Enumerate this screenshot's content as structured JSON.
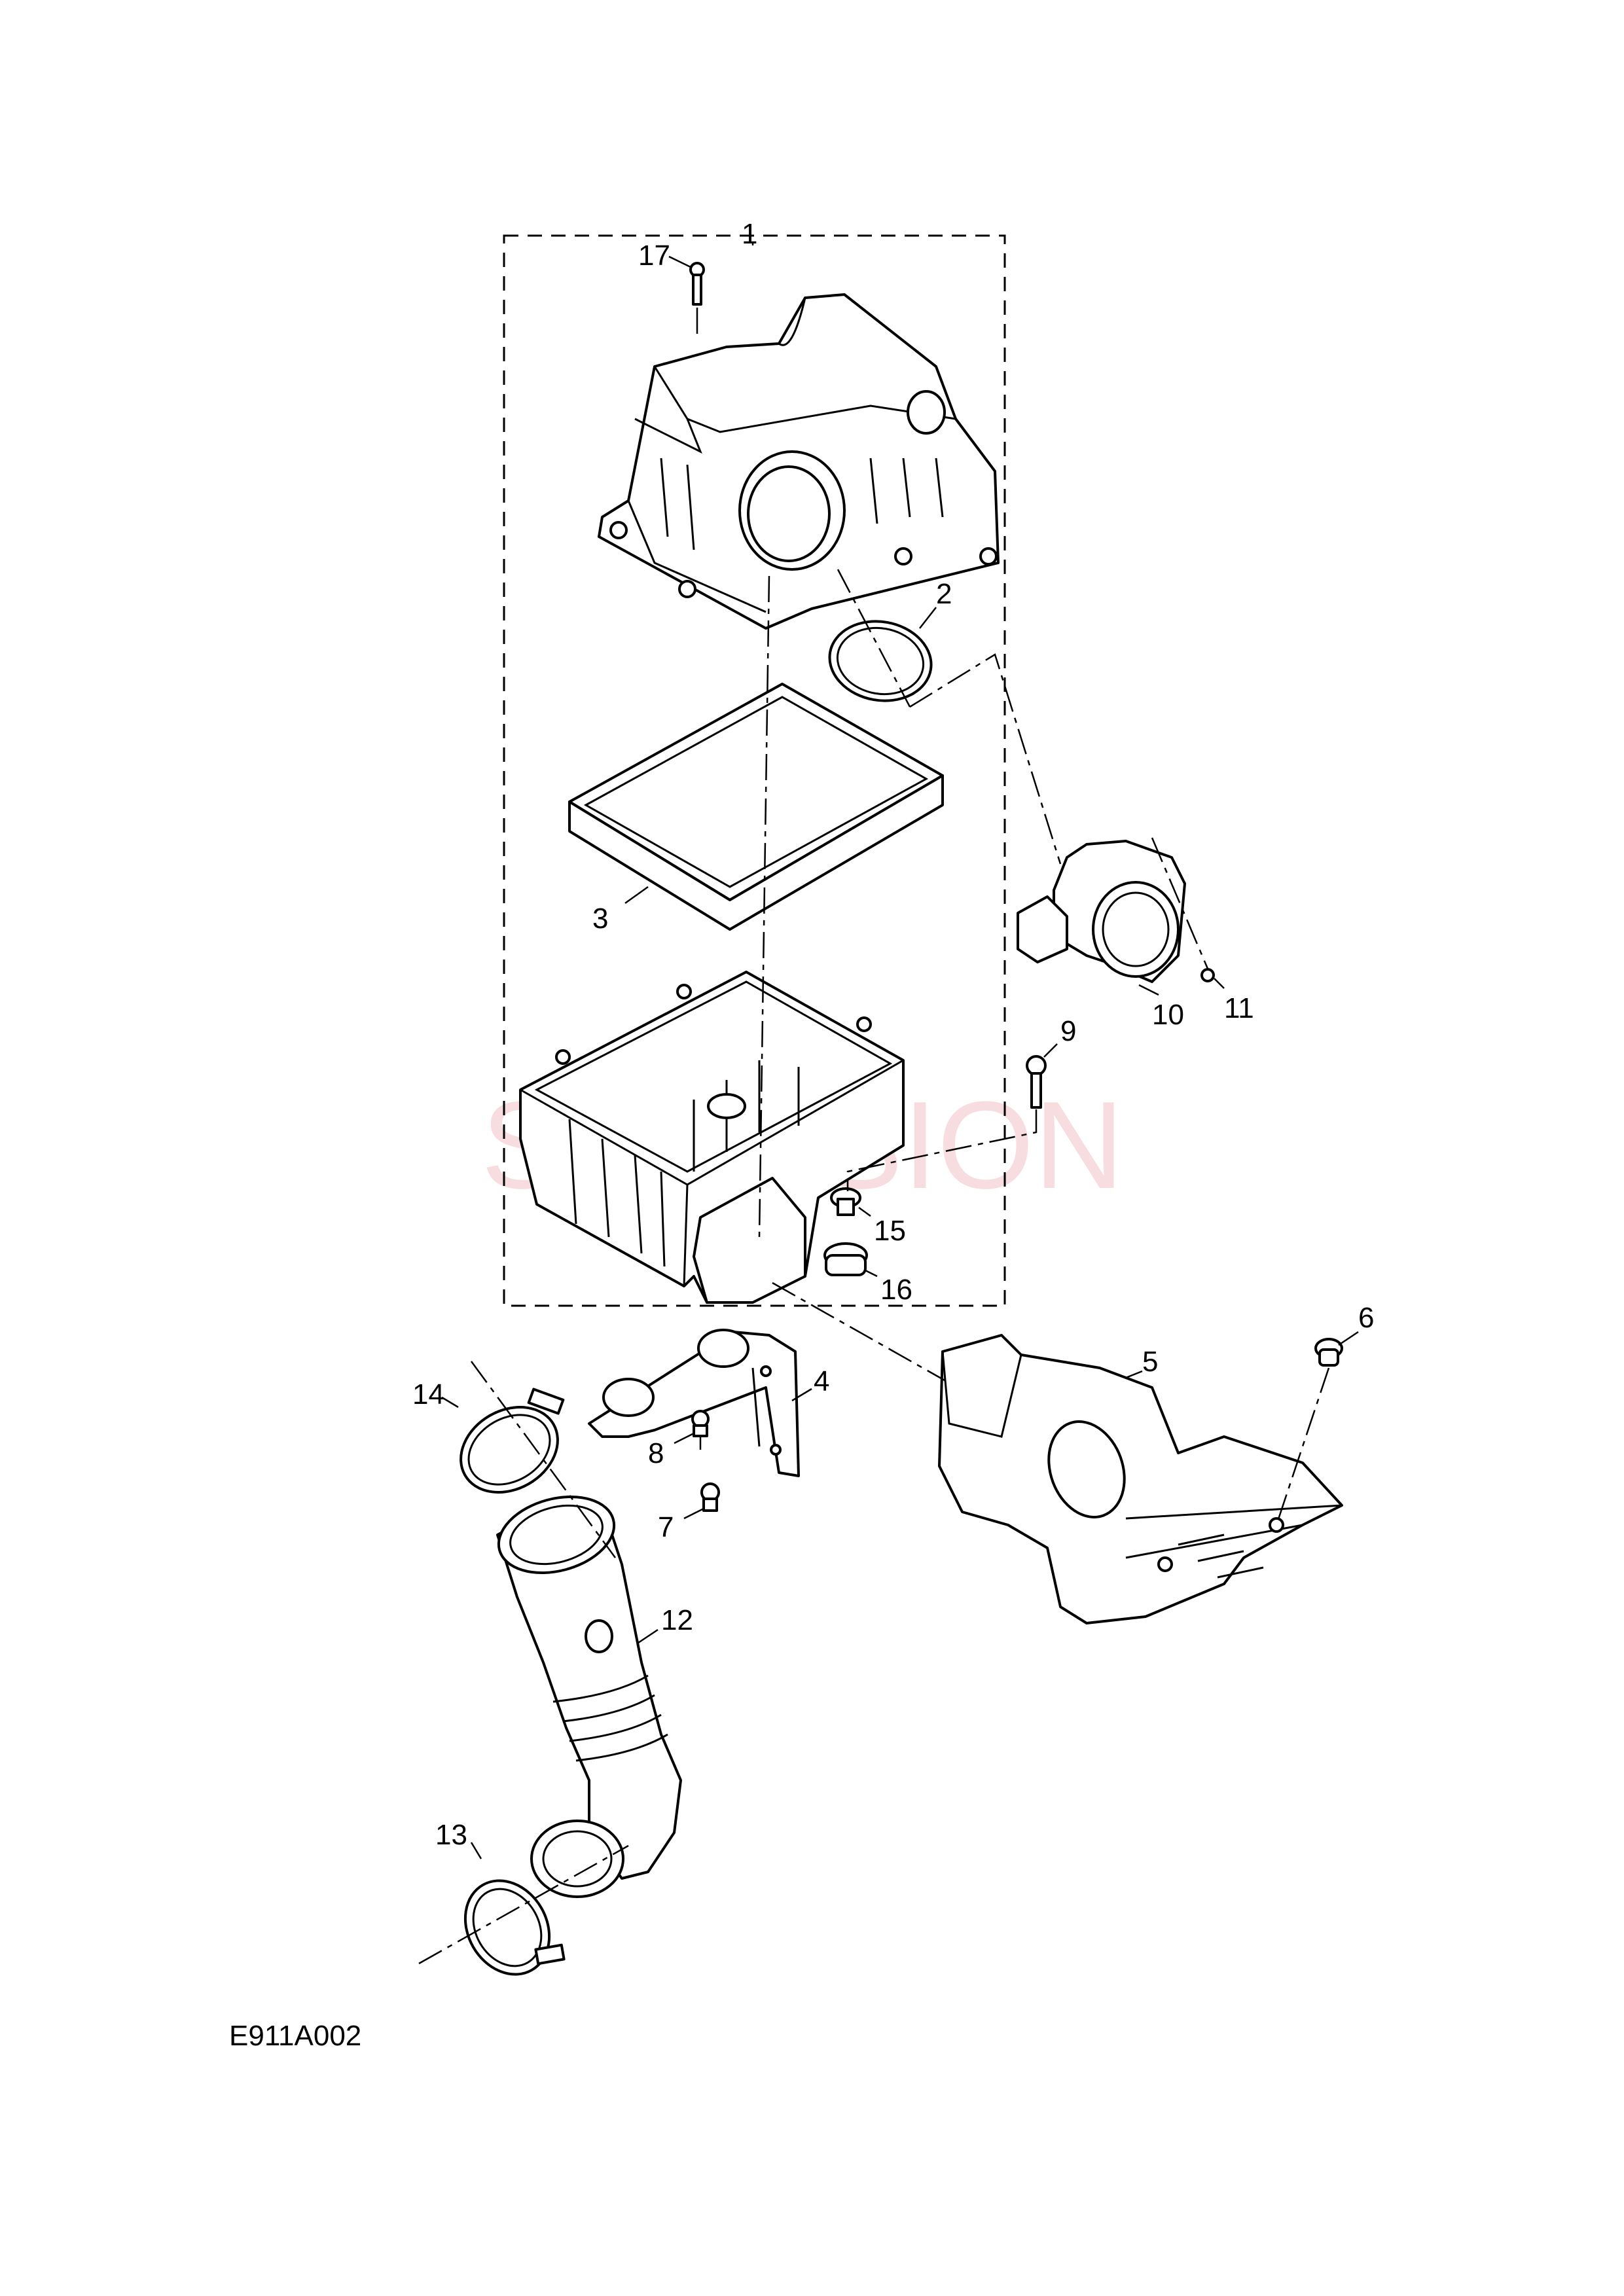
{
  "diagram": {
    "reference_code": "E911A002",
    "watermark": "SPECSION",
    "callouts": {
      "c1": "1",
      "c2": "2",
      "c3": "3",
      "c4": "4",
      "c5": "5",
      "c6": "6",
      "c7": "7",
      "c8": "8",
      "c9": "9",
      "c10": "10",
      "c11": "11",
      "c12": "12",
      "c13": "13",
      "c14": "14",
      "c15": "15",
      "c16": "16",
      "c17": "17"
    }
  }
}
